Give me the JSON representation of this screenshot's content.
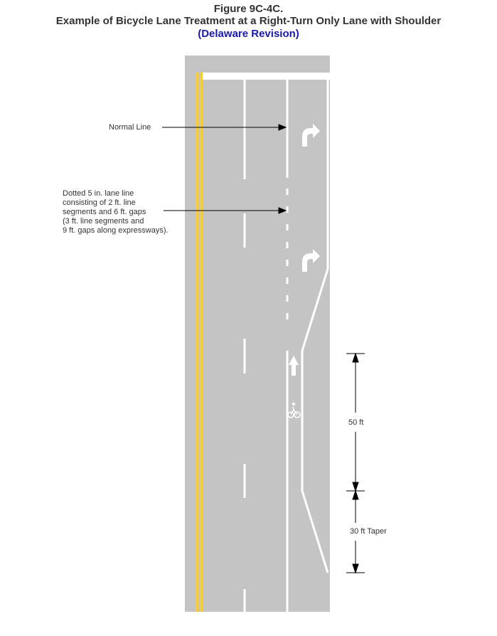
{
  "title": {
    "line1": "Figure 9C-4C.",
    "line2": "Example of Bicycle Lane Treatment at a Right-Turn Only Lane with Shoulder",
    "line3": "(Delaware Revision)"
  },
  "labels": {
    "normal_line": "Normal Line",
    "dotted_line": [
      "Dotted 5 in. lane line",
      "consisting of 2 ft. line",
      "segments and 6 ft. gaps",
      "(3 ft. line segments and",
      "9 ft. gaps along expressways)."
    ],
    "dim_50": "50 ft",
    "dim_taper": "30 ft Taper"
  },
  "colors": {
    "road": "#c4c4c4",
    "yellow": "#f5cd3a",
    "title_blue": "#1a1aa8",
    "marking": "#ffffff"
  }
}
